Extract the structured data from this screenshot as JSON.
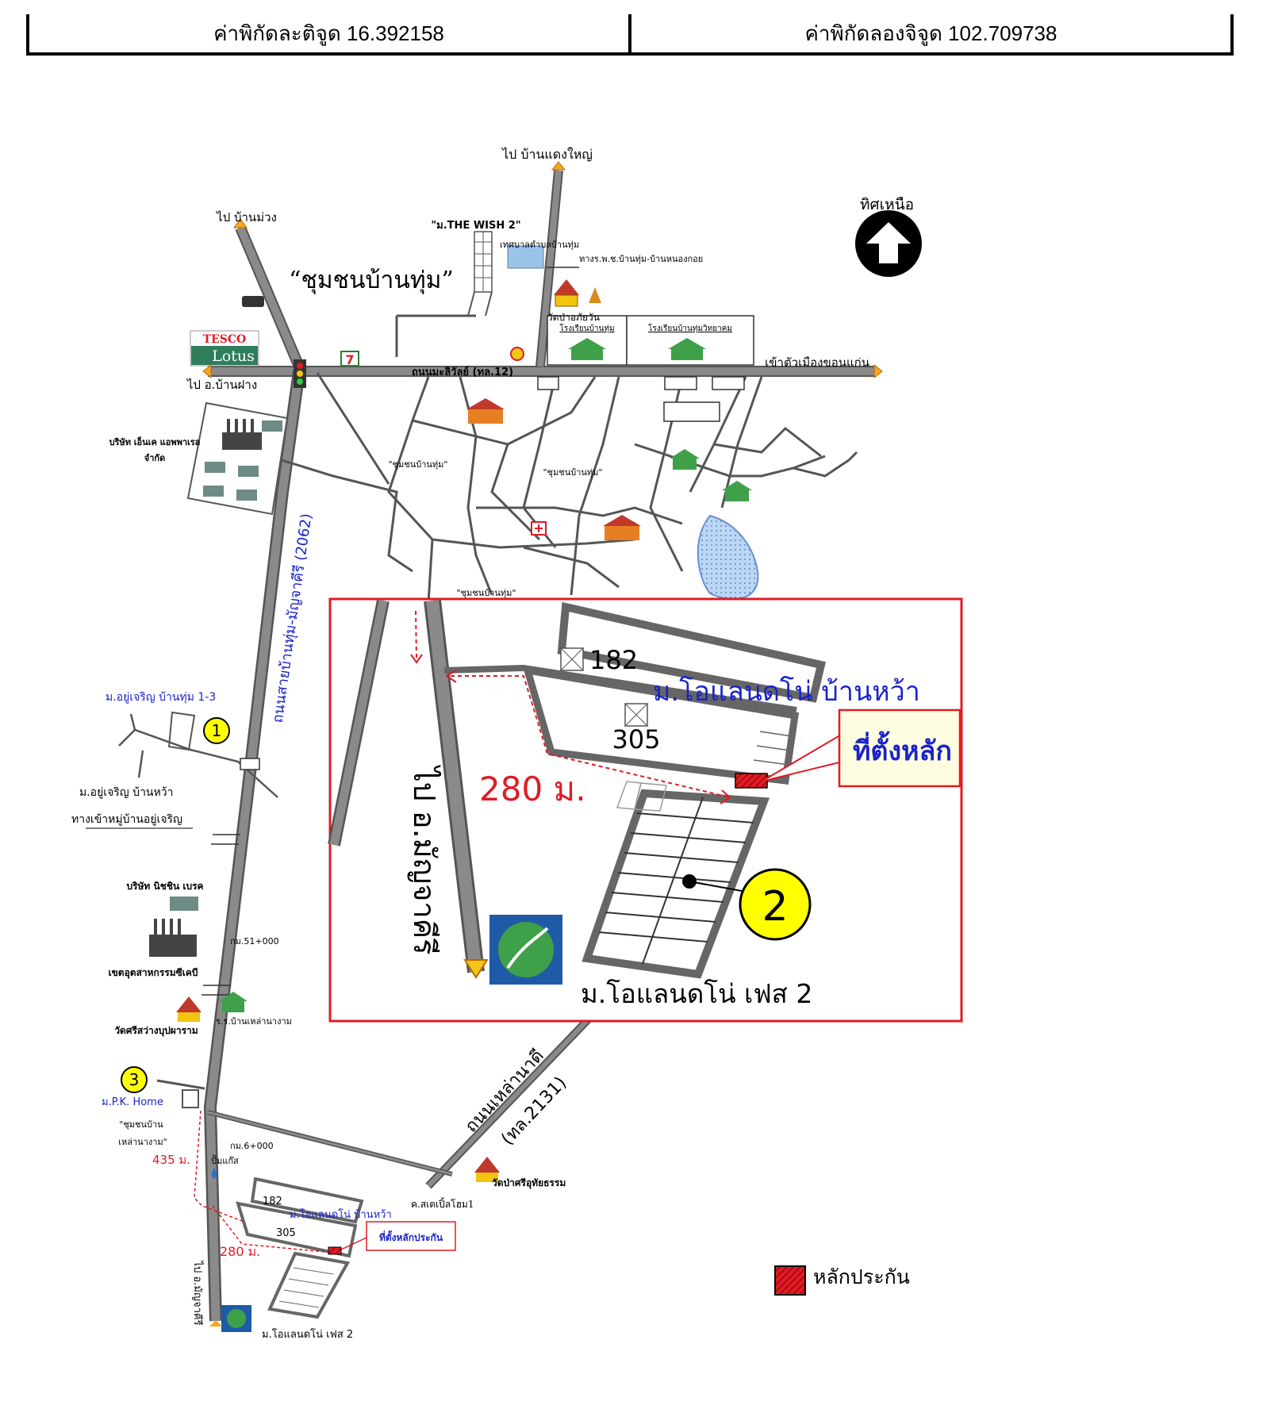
{
  "header": {
    "lat_label": "ค่าพิกัดละติจูด 16.392158",
    "lon_label": "ค่าพิกัดลองจิจูด 102.709738"
  },
  "map": {
    "north_label": "ทิศเหนือ",
    "community_title": "“ชุมชนบ้านทุ่ม”",
    "to_ban_daeng_yai": "ไป บ้านแดงใหญ่",
    "to_ban_muang": "ไป บ้านม่วง",
    "to_amphoe_ban_fang": "ไป อ.บ้านฝาง",
    "to_khon_kaen": "เข้าตัวเมืองขอนแก่น",
    "road_mittraphap": "ถนนมะลิวัลย์ (ทล.12)",
    "the_wish": "\"ม.THE WISH 2\"",
    "municipality": "เทศบาลตำบลบ้านทุ่ม",
    "road_ban_thum_nong": "ทางร.พ.ช.บ้านทุ่ม-บ้านหนองกอย",
    "temple_1": "วัดป่าอภัยวัน",
    "school_1": "โรงเรียนบ้านทุ่ม",
    "school_2": "โรงเรียนบ้านทุ่มวิทยาคม",
    "company_1": "บริษัท เอ็นเค แอพพาเรล",
    "company_1b": "จำกัด",
    "community_label": "\"ชุมชนบ้านทุ่ม\"",
    "lotus_top": "TESCO",
    "lotus_bottom": "Lotus",
    "seven": "7",
    "road_vertical": "ถนนสายบ้านทุ่ม-มัญจาคีรี (2062)",
    "village_1": "ม.อยู่เจริญ บ้านทุ่ม 1-3",
    "village_1b": "ม.อยู่เจริญ บ้านหว้า",
    "village_1c": "ทางเข้าหมู่บ้านอยู่เจริญ",
    "company_2": "บริษัท นิชชิน เบรค",
    "km_51": "กม.51+000",
    "industrial": "เขตอุตสาหกรรมซีเคบี",
    "school_3": "ร.ร.บ้านเหล่านางาม",
    "temple_2": "วัดศรีสว่างบุปผาราม",
    "pk_home": "ม.P.K. Home",
    "community_2a": "\"ชุมชนบ้าน",
    "community_2b": "เหล่านางาม\"",
    "dist_435": "435 ม.",
    "km_6": "กม.6+000",
    "gas": "ปั้มแก๊ส",
    "road_lao_na_di": "ถนนเหล่านาดี",
    "road_2131": "(ทล.2131)",
    "temple_3": "วัดป่าศรีอุทัยธรรม",
    "shop": "ค.สเตเปิ้ลโฮม1",
    "small_182": "182",
    "small_305": "305",
    "small_orland": "ม.โอแลนดโน่ บ้านหว้า",
    "small_collateral": "ที่ตั้งหลักประกัน",
    "small_280": "280 ม.",
    "small_to_manja": "ไป อ.มัญจาคีรี",
    "small_phase2": "ม.โอแลนดโน่ เฟส 2",
    "marker_1": "1",
    "marker_3": "3"
  },
  "inset": {
    "num_182": "182",
    "num_305": "305",
    "orland": "ม.โอแลนดโน่ บ้านหว้า",
    "collateral_callout": "ที่ตั้งหลัก",
    "distance": "280 ม.",
    "to_manja": "ไป อ.มัญจาคีรี",
    "phase2": "ม.โอแลนดโน่ เฟส 2",
    "marker_2": "2"
  },
  "legend": {
    "collateral": "หลักประกัน"
  },
  "colors": {
    "road": "#7f7f7f",
    "inset_border": "#e01b24",
    "blue_text": "#1a23c8",
    "red_text": "#e01b24",
    "marker_yellow": "#ffff00",
    "collateral_red": "#e01b24"
  }
}
